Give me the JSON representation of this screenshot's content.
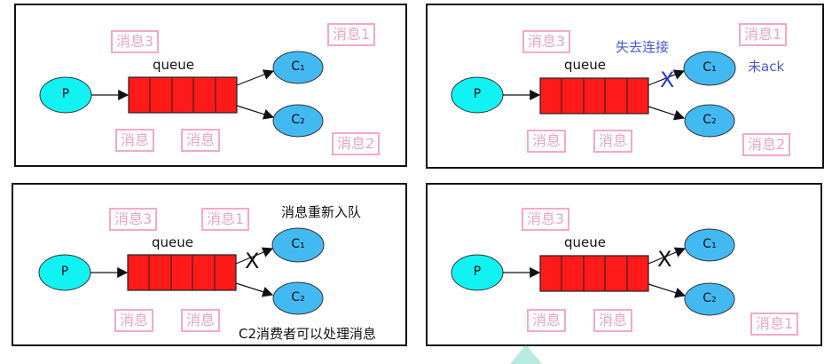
{
  "panels": [
    {
      "tags": [
        "消息3",
        "消息1",
        "消息",
        "消息",
        "消息2"
      ],
      "queue_label": "queue",
      "producer": "P",
      "consumer1": "C₁",
      "consumer2": "C₂"
    },
    {
      "tags": [
        "消息3",
        "消息1",
        "消息",
        "消息",
        "消息2"
      ],
      "queue_label": "queue",
      "producer": "P",
      "consumer1": "C₁",
      "consumer2": "C₂",
      "note_disconnect": "失去连接",
      "note_unack": "未ack",
      "cross": "X"
    },
    {
      "tags": [
        "消息3",
        "消息1",
        "消息",
        "消息"
      ],
      "queue_label": "queue",
      "producer": "P",
      "consumer1": "C₁",
      "consumer2": "C₂",
      "note_requeue": "消息重新入队",
      "note_c2": "C2消费者可以处理消息",
      "cross": "X"
    },
    {
      "tags": [
        "消息3",
        "消息",
        "消息",
        "消息1"
      ],
      "queue_label": "queue",
      "producer": "P",
      "consumer1": "C₁",
      "consumer2": "C₂",
      "cross": "X"
    }
  ],
  "colors": {
    "producer_fill": "#11f2f2",
    "consumer_fill": "#43b9f2",
    "queue_fill": "#ff1a1a",
    "tag_border": "#f4a9c6",
    "tag_text": "#e7a6c2",
    "note_blue": "#4a5bd1"
  }
}
